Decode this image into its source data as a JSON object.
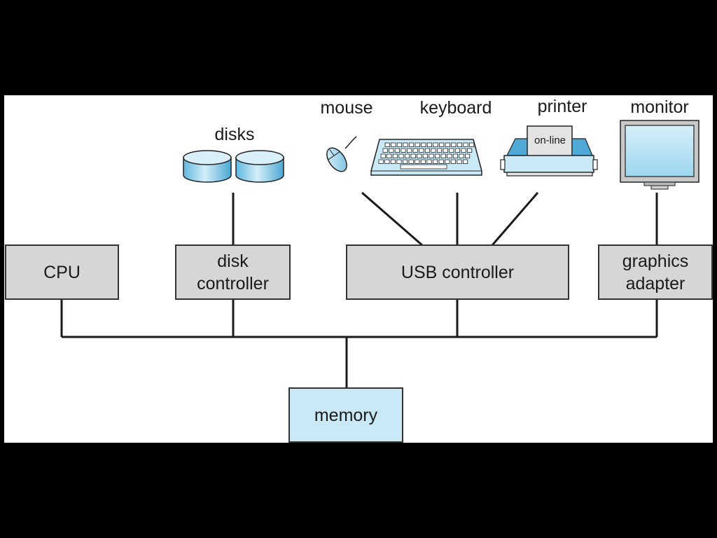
{
  "diagram": {
    "components": {
      "cpu": "CPU",
      "disk_controller": "disk\ncontroller",
      "usb_controller": "USB controller",
      "graphics_adapter": "graphics\nadapter",
      "memory": "memory"
    },
    "devices": {
      "disks": "disks",
      "mouse": "mouse",
      "keyboard": "keyboard",
      "printer": "printer",
      "monitor": "monitor",
      "printer_status": "on-line"
    },
    "colors": {
      "background": "#000000",
      "panel": "#ffffff",
      "controller_fill": "#d6d6d6",
      "memory_fill": "#c9e9f7",
      "device_fill": "#c9e9f7",
      "wire": "#1a1a1a"
    }
  }
}
